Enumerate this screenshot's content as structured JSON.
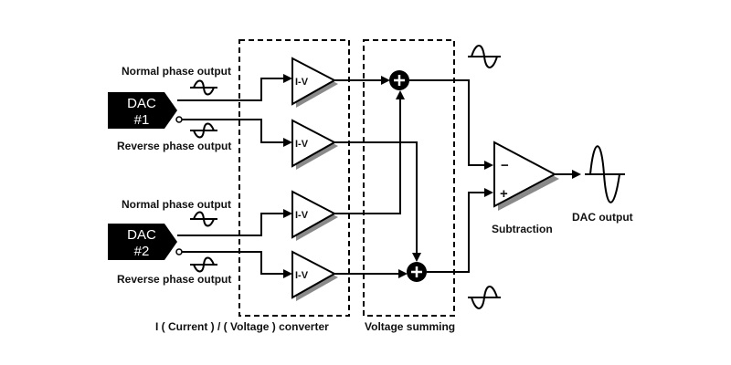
{
  "dac1": {
    "line1": "DAC",
    "line2": "#1"
  },
  "dac2": {
    "line1": "DAC",
    "line2": "#2"
  },
  "labels": {
    "normal_phase_1": "Normal phase output",
    "reverse_phase_1": "Reverse phase output",
    "normal_phase_2": "Normal phase output",
    "reverse_phase_2": "Reverse phase output",
    "iv_converter": "I ( Current ) / ( Voltage ) converter",
    "voltage_summing": "Voltage summing",
    "subtraction": "Subtraction",
    "dac_output": "DAC output"
  },
  "amplifiers": {
    "iv_1": "I-V",
    "iv_2": "I-V",
    "iv_3": "I-V",
    "iv_4": "I-V"
  },
  "subtractor": {
    "minus": "−",
    "plus": "+"
  },
  "colors": {
    "line": "#000000",
    "shadow": "#8a8a8a",
    "box": "#000000"
  }
}
